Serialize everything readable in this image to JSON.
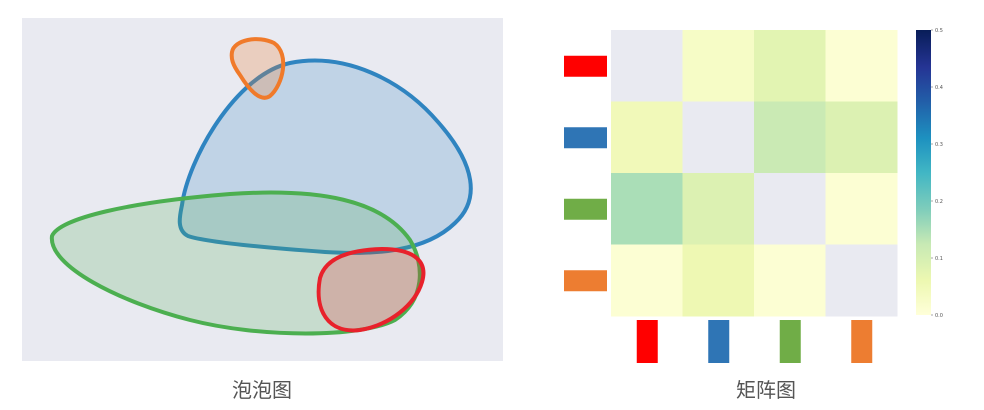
{
  "captions": {
    "left": "泡泡图",
    "right": "矩阵图"
  },
  "chart_data": [
    {
      "type": "bubble-sets",
      "title": "",
      "series": [
        {
          "id": "blue",
          "color": "#2f84c0"
        },
        {
          "id": "orange",
          "color": "#f07a2a"
        },
        {
          "id": "green",
          "color": "#4caf50"
        },
        {
          "id": "red",
          "color": "#e8212b"
        }
      ]
    },
    {
      "type": "heatmap",
      "rows": [
        "red",
        "blue",
        "green",
        "orange"
      ],
      "cols": [
        "red",
        "blue",
        "green",
        "orange"
      ],
      "row_colors": [
        "#ff0000",
        "#2f75b5",
        "#70ad47",
        "#ed7d31"
      ],
      "values": [
        [
          null,
          0.03,
          0.08,
          0.01
        ],
        [
          0.05,
          null,
          0.12,
          0.09
        ],
        [
          0.15,
          0.09,
          null,
          0.01
        ],
        [
          0.01,
          0.06,
          0.01,
          null
        ]
      ],
      "colorbar": {
        "min": 0.0,
        "max": 0.5,
        "ticks": [
          "0.0",
          "0.1",
          "0.2",
          "0.3",
          "0.4",
          "0.5"
        ],
        "colormap": "YlGnBu"
      },
      "diagonal_color": "#e9eaf1"
    }
  ]
}
